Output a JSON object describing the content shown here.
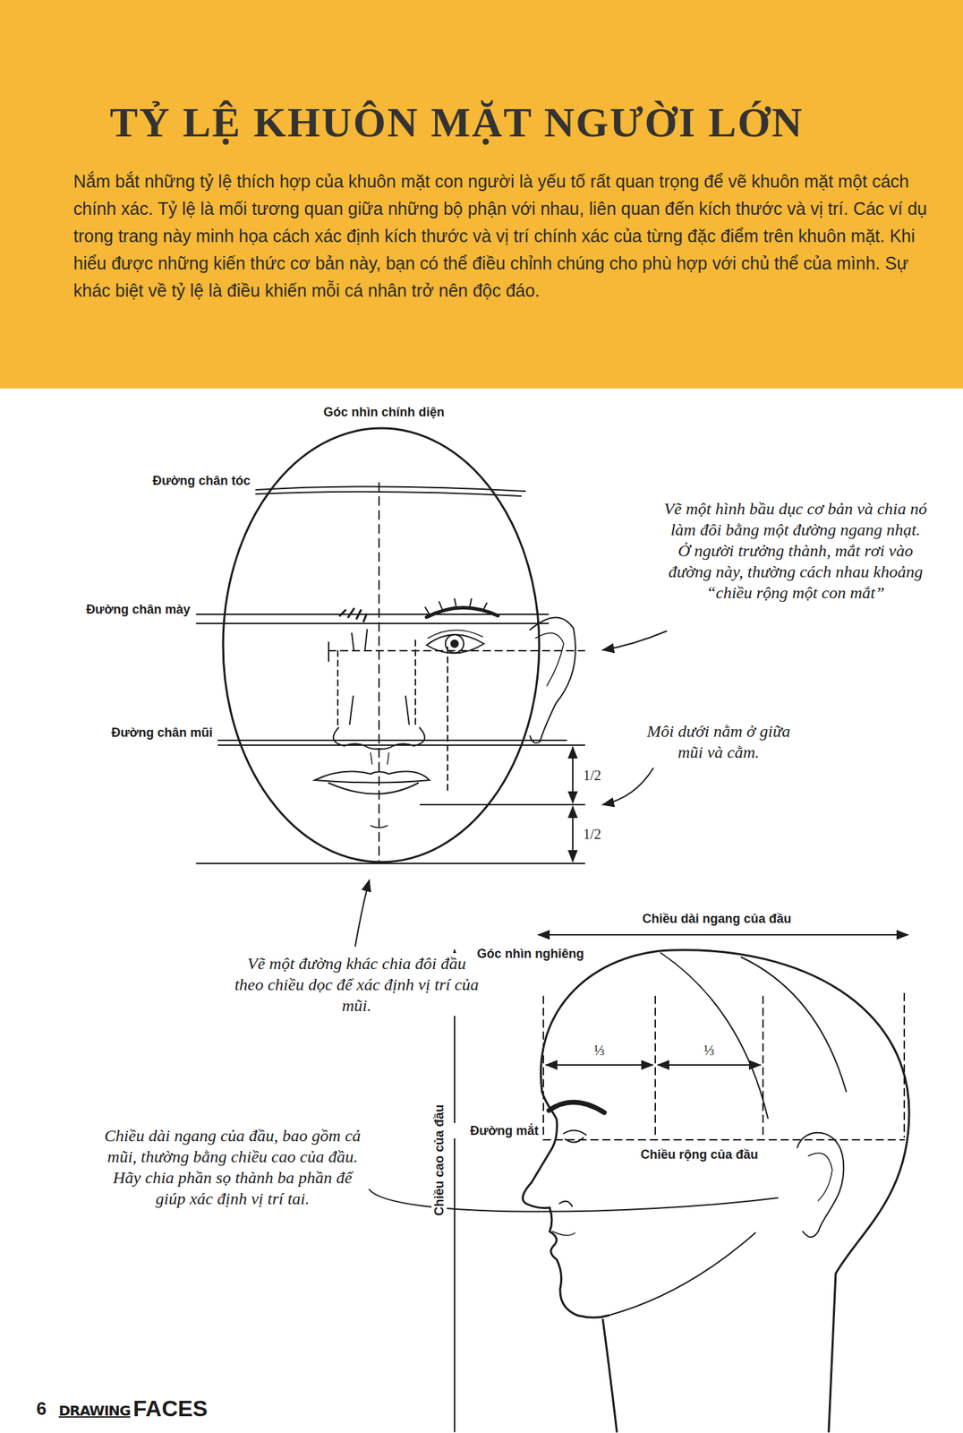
{
  "diagram": {
    "title": "TỶ LỆ KHUÔN MẶT NGƯỜI LỚN",
    "nodes": [
      {
        "text": [
          "Nắm bắt những tỷ lệ thích hợp của khuôn mặt con người là yếu tố rất quan trọng để vẽ khuôn mặt một cách chính xác. Tỷ lệ là mối tương quan giữa những bộ phận với nhau, liên quan đến kích thước và vị trí. Các ví dụ trong trang này minh họa cách xác định kích thước và vị trí chính xác của từng đặc điểm trên khuôn mặt. Khi hiểu được những kiến thức cơ bản này, bạn có thể điều chỉnh chúng cho phù hợp với chủ thể của mình. Sự khác biệt về tỷ lệ là điều khiến mỗi cá nhân trở nên độc đáo."
        ]
      }
    ],
    "labels": [
      "Góc nhìn chính diện",
      "Đường chân tóc",
      "Đường chân mày",
      "Đường chân mũi",
      "Vẽ một hình bầu dục cơ bản và chia nó làm đôi bằng một đường ngang nhạt. Ở người trưởng thành, mắt rơi vào đường này, thường cách nhau khoảng “chiều rộng một con mắt”",
      "Môi dưới nằm ở giữa mũi và cằm.",
      "1/2",
      "1/2",
      "Vẽ một đường khác chia đôi đầu theo chiều dọc để xác định vị trí của mũi.",
      "Chiều dài ngang của đầu",
      "Góc nhìn nghiêng",
      "⅓",
      "⅓",
      "Đường mắt",
      "Chiều rộng của đầu",
      "Chiều cao của đầu",
      "Chiều dài ngang của đầu, bao gồm cả mũi, thường bằng chiều cao của đầu. Hãy chia phần sọ thành ba phần để giúp xác định vị trí tai.",
      "6",
      "DRAWING",
      "FACES"
    ]
  }
}
